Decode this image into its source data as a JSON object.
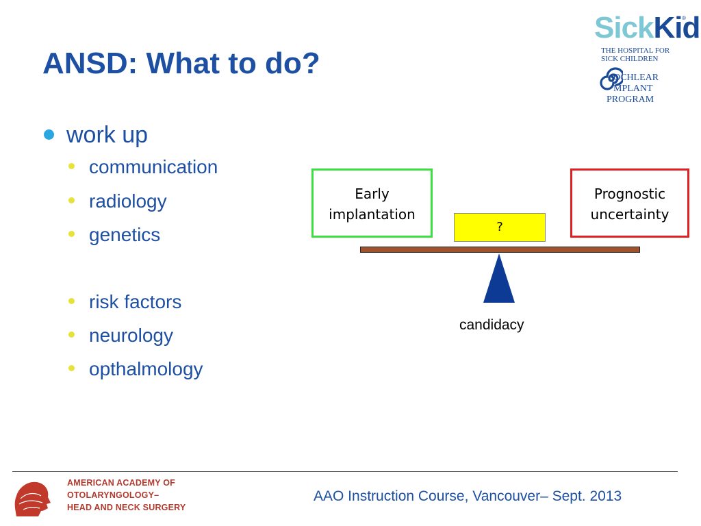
{
  "slide": {
    "title": "ANSD: What to do?",
    "bullets": {
      "main": "work up",
      "sub_group1": [
        "communication",
        "radiology",
        "genetics"
      ],
      "sub_group2": [
        "risk factors",
        "neurology",
        "opthalmology"
      ]
    }
  },
  "diagram": {
    "left_box": [
      "Early",
      "implantation"
    ],
    "right_box": [
      "Prognostic",
      "uncertainty"
    ],
    "center_box": "?",
    "fulcrum_label": "candidacy"
  },
  "logo_sickkids": {
    "word_sick": "Sick",
    "word_kids": "Kids",
    "registered": "®",
    "line1": "THE HOSPITAL FOR",
    "line2": "SICK CHILDREN",
    "program": [
      "OCHLEAR",
      "MPLANT",
      "PROGRAM"
    ]
  },
  "footer": {
    "org_lines": [
      "AMERICAN ACADEMY OF",
      "OTOLARYNGOLOGY–",
      "HEAD AND NECK SURGERY"
    ],
    "course": "AAO Instruction Course, Vancouver– Sept. 2013"
  },
  "colors": {
    "title_blue": "#1d4fa3",
    "green_border": "#3ce040",
    "red_border": "#e02020",
    "question_fill": "#ffff00",
    "beam": "#a0522d",
    "fulcrum": "#0d3a94"
  }
}
